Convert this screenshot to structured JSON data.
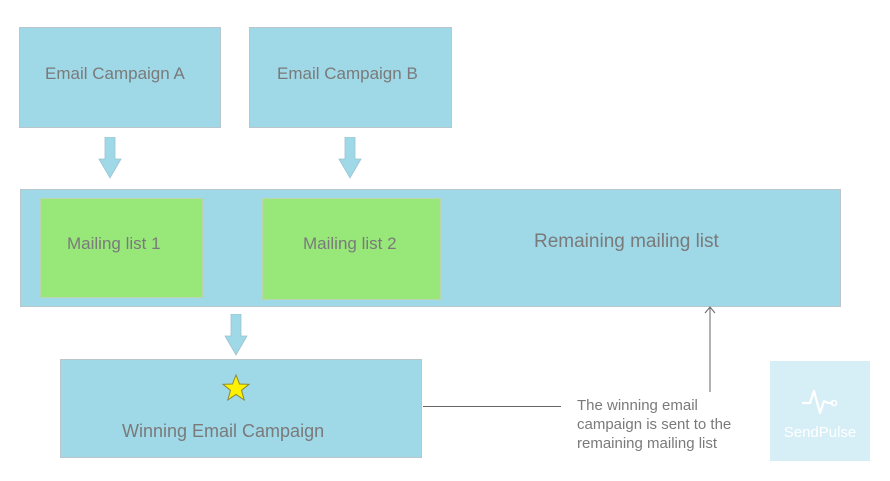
{
  "campaigns": {
    "a_label": "Email Campaign A",
    "b_label": "Email Campaign B"
  },
  "lists": {
    "list1_label": "Mailing list 1",
    "list2_label": "Mailing list 2",
    "remaining_label": "Remaining mailing list"
  },
  "winner": {
    "label": "Winning Email Campaign",
    "icon": "star-icon"
  },
  "note": {
    "lines": [
      "The winning email",
      "campaign is sent to the",
      "remaining mailing list"
    ]
  },
  "logo": {
    "text": "SendPulse",
    "icon": "pulse-wave-icon"
  },
  "colors": {
    "box_blue": "#9fd8e7",
    "box_green": "#97e879",
    "arrow_blue": "#9fd8e7",
    "star_yellow": "#fff200",
    "logo_bg": "#d6eef6",
    "text_gray": "#7a7a7a"
  }
}
